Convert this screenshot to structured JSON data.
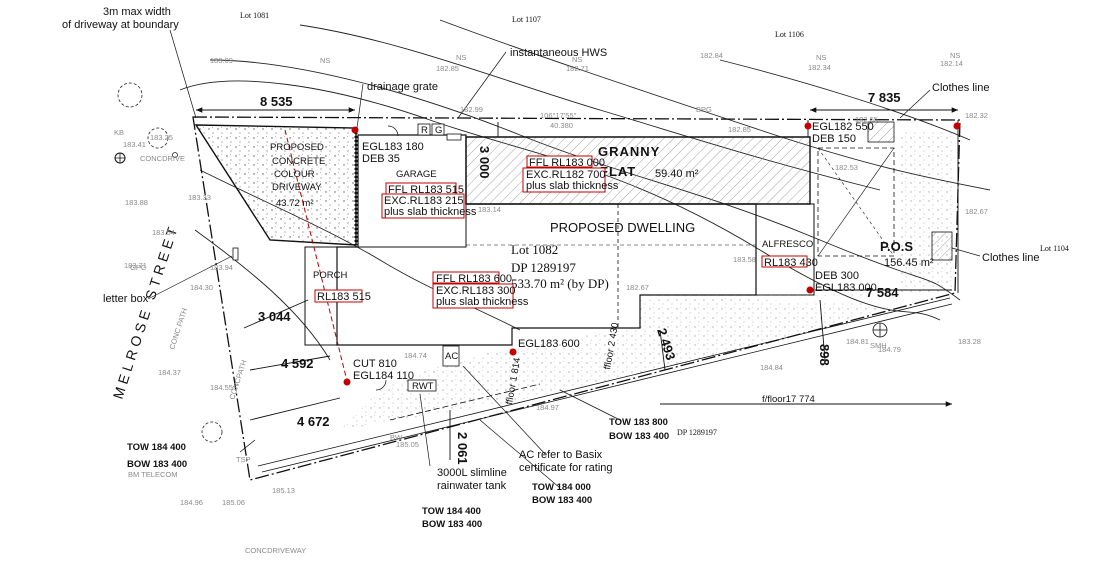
{
  "street": {
    "name": "MELROSE STREET"
  },
  "lot": {
    "number": "Lot 1082",
    "dp": "DP 1289197",
    "area": "533.70 m² (by DP)"
  },
  "neighbours": {
    "north_1": "Lot 1081",
    "north_2": "Lot 1107",
    "north_3": "Lot 1106",
    "east": "Lot 1104",
    "south": "DP 1289197"
  },
  "structures": {
    "granny_flat": {
      "label_1": "GRANNY",
      "label_2": "FLAT",
      "area": "59.40 m²"
    },
    "dwelling": {
      "label": "PROPOSED DWELLING"
    },
    "driveway": {
      "label_1": "PROPOSED",
      "label_2": "CONCRETE",
      "label_3": "COLOUR",
      "label_4": "DRIVEWAY",
      "area": "43.72 m²"
    },
    "garage": {
      "label": "GARAGE"
    },
    "porch": {
      "label": "PORCH"
    },
    "alfresco": {
      "label": "ALFRESCO"
    },
    "pos": {
      "label": "P.O.S",
      "area": "156.45 m²"
    },
    "rwt": {
      "label": "RWT"
    },
    "ac": {
      "label": "AC"
    },
    "boxes": {
      "r": "R",
      "g": "G",
      "hws": "HWS"
    }
  },
  "levels": {
    "egl_1": "EGL183 180",
    "deb_1": "DEB 35",
    "ffl_garage": "FFL RL183 515",
    "exc_garage": "EXC.RL183 215",
    "slab_garage": "plus slab thickness",
    "ffl_flat": "FFL RL183 000",
    "exc_flat": "EXC.RL182 700",
    "slab_flat": "plus slab thickness",
    "ffl_house": "FFL RL183 600",
    "exc_house": "EXC.RL183 300",
    "slab_house": "plus slab thickness",
    "rl_porch": "RL183 515",
    "rl_alfresco": "RL183 430",
    "egl_2": "EGL182 550",
    "deb_2": "DEB 150",
    "deb_3": "DEB 300",
    "egl_3": "EGL183 000",
    "egl_4": "EGL183 600",
    "cut": "CUT 810",
    "egl_5": "EGL184 110"
  },
  "dimensions": {
    "d8535": "8 535",
    "d7835": "7 835",
    "d7584": "7 584",
    "d3044": "3 044",
    "d4592": "4 592",
    "d4672": "4 672",
    "d2061": "2 061",
    "d2493": "2 493",
    "d898": "898",
    "d3000": "3 000",
    "boundary": "f/floor17 774",
    "bearing": "106°17'55\"",
    "bearing_len": "40.380",
    "setback_1": "ffloor 2 430",
    "setback_2": "ffloor 1 814"
  },
  "annotations": {
    "driveway_width_1": "3m max width",
    "driveway_width_2": "of driveway at boundary",
    "hws": "instantaneous HWS",
    "drainage": "drainage grate",
    "clothes_line_1": "Clothes line",
    "clothes_line_2": "Clothes line",
    "letter_box": "letter box",
    "ac_1": "AC refer to Basix",
    "ac_2": "certificate for rating",
    "tank_1": "3000L slimline",
    "tank_2": "rainwater tank",
    "tow_1": "TOW 184 400",
    "bow_1": "BOW 183 400",
    "tow_2": "TOW 184 400",
    "bow_2": "BOW 183 400",
    "tow_3": "TOW 184 000",
    "bow_3": "BOW 183 400",
    "tow_4": "TOW 183 800",
    "bow_4": "BOW 183 400"
  },
  "survey_marks": {
    "s1": "183.09",
    "s2": "182.85",
    "s3": "182.71",
    "s4": "182.84",
    "s5": "182.34",
    "s6": "182.14",
    "s7": "183.25",
    "s8": "183.41",
    "s9": "182.99",
    "s10": "182.85",
    "s11": "182.55",
    "s12": "182.32",
    "s13": "183.33",
    "s14": "183.88",
    "s15": "183.54",
    "s16": "183.71",
    "s17": "183.94",
    "s18": "184.30",
    "s19": "184.37",
    "s20": "183.58",
    "s21": "182.67",
    "s22": "183.14",
    "s23": "182.53",
    "s24": "184.55",
    "s25": "184.74",
    "s26": "184.81",
    "s27": "184.79",
    "s28": "184.97",
    "s29": "185.05",
    "s30": "185.06",
    "s31": "185.13",
    "s32": "184.96",
    "s33": "183.28",
    "s34": "182.67",
    "s35": "184.84",
    "ns_a": "NS",
    "ns_b": "NS",
    "ns_c": "NS",
    "ns_d": "NS",
    "ns_e": "NS",
    "gpc": "GPC",
    "kb": "KB",
    "bpg": "BPG",
    "smh": "SMH",
    "bw": "BW",
    "conc_drive_1": "CONCDRIVE",
    "conc_drive_2": "CONCDRIVEWAY",
    "conc_path_1": "CONC PATH",
    "conc_path_2": "CONCPATH",
    "telecom": "BM TELECOM",
    "tsp": "TSP"
  },
  "colors": {
    "boundary": "#111111",
    "red": "#c00000",
    "hatch": "#888888",
    "grey": "#8a8a8a"
  }
}
